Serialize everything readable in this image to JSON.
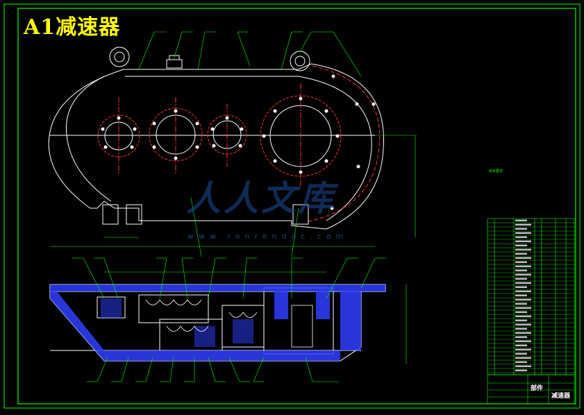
{
  "drawing": {
    "title": "A1减速器",
    "watermark": "人人文库",
    "watermark_url": "www.renrendoc.com",
    "tech_notes_title": "技术要求",
    "title_block": {
      "part_label": "部件",
      "name": "减速器"
    }
  },
  "colors": {
    "background": "#000000",
    "frame": "#00ff00",
    "outline": "#ffffff",
    "center_line": "#ff2020",
    "hatch": "#3040ff",
    "title": "#ffff00",
    "watermark": "#1c4d9c"
  }
}
